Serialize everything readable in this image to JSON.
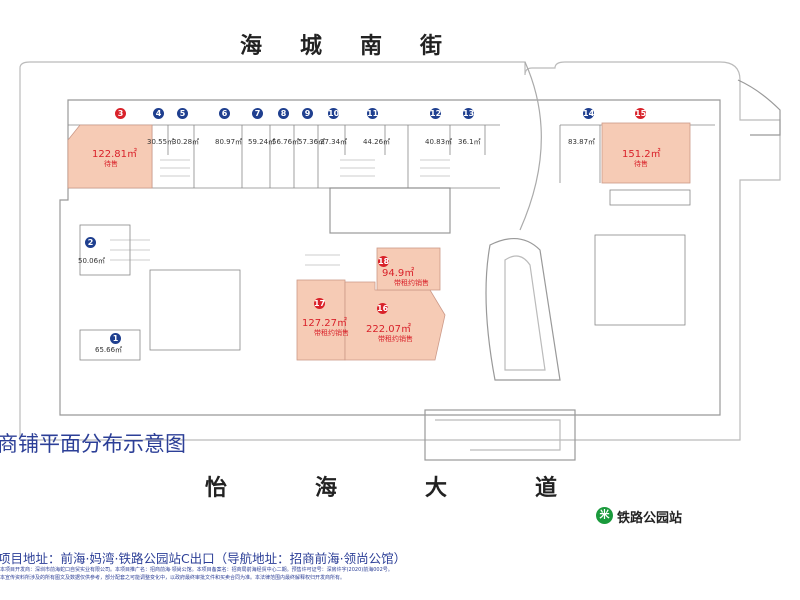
{
  "streets": {
    "north": "海城南街",
    "south": "怡海大道"
  },
  "title": "商铺平面分布示意图",
  "metro": {
    "icon": "metro-icon",
    "icon_text": "米",
    "label": "铁路公园站"
  },
  "address": "项目地址：前海·妈湾·铁路公园站C出口（导航地址：招商前海·领尚公馆）",
  "fine_print": [
    "本项目开发商：深圳市前海蛇口自贸实业有限公司。本项目推广名：招商前海·领尚公馆。本项目备案名：招商局前海经贸中心二期。预售许可证号：深房许字(2020)前海002号。",
    "本宣传资料所涉及的所有图文及数据仅供参考，部分配套之可能调整变化中，以政府最终审批文件和买卖合同为准。本法律范围内最终解释权归开发商所有。"
  ],
  "colors": {
    "for_sale": "#d9222a",
    "shop_fill": "#f6cbb5",
    "numbering": "#1f3f8f",
    "title": "#2c3f97",
    "metro": "#1a9a3c"
  },
  "shops": [
    {
      "no": "3",
      "area": "122.81㎡",
      "status": "待售",
      "highlight": true
    },
    {
      "no": "4",
      "area": "30.55㎡"
    },
    {
      "no": "5",
      "area": "30.28㎡"
    },
    {
      "no": "6",
      "area": "80.97㎡"
    },
    {
      "no": "7",
      "area": "59.24㎡"
    },
    {
      "no": "8",
      "area": "56.76㎡"
    },
    {
      "no": "9",
      "area": "57.36㎡"
    },
    {
      "no": "10",
      "area": "27.34㎡"
    },
    {
      "no": "11",
      "area": "44.26㎡"
    },
    {
      "no": "12",
      "area": "40.83㎡"
    },
    {
      "no": "13",
      "area": "36.1㎡"
    },
    {
      "no": "14",
      "area": "83.87㎡"
    },
    {
      "no": "15",
      "area": "151.2㎡",
      "status": "待售",
      "highlight": true
    },
    {
      "no": "2",
      "area": "50.06㎡"
    },
    {
      "no": "1",
      "area": "65.66㎡"
    },
    {
      "no": "17",
      "area": "127.27㎡",
      "status": "带租约销售",
      "highlight": true
    },
    {
      "no": "16",
      "area": "222.07㎡",
      "status": "带租约销售",
      "highlight": true
    },
    {
      "no": "18",
      "area": "94.9㎡",
      "status": "带租约销售",
      "highlight": true
    }
  ]
}
